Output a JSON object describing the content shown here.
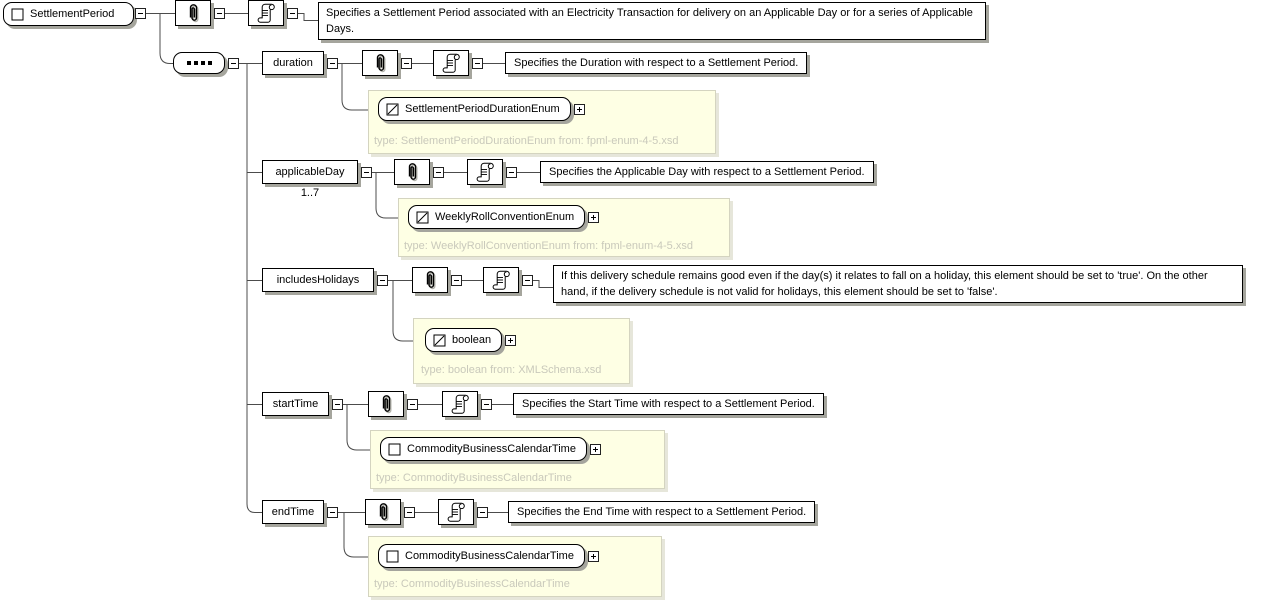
{
  "diagram": {
    "root": {
      "label": "SettlementPeriod",
      "doc": "Specifies a Settlement Period associated with an Electricity Transaction for delivery on an Applicable Day or for a series of Applicable Days."
    },
    "children": [
      {
        "name": "duration",
        "occurrence": "",
        "doc": "Specifies the Duration with respect to a Settlement Period.",
        "type_ref": "SettlementPeriodDurationEnum",
        "type_kind": "simple",
        "type_caption": "type: SettlementPeriodDurationEnum from: fpml-enum-4-5.xsd"
      },
      {
        "name": "applicableDay",
        "occurrence": "1..7",
        "doc": "Specifies the Applicable Day with respect to a Settlement Period.",
        "type_ref": "WeeklyRollConventionEnum",
        "type_kind": "simple",
        "type_caption": "type: WeeklyRollConventionEnum from: fpml-enum-4-5.xsd"
      },
      {
        "name": "includesHolidays",
        "occurrence": "",
        "doc": "If this delivery schedule remains good even if the day(s) it relates to fall on a holiday, this element should be set to 'true'. On the other hand, if the delivery schedule is not valid for holidays, this element should be set to 'false'.",
        "type_ref": "boolean",
        "type_kind": "simple",
        "type_caption": "type: boolean from: XMLSchema.xsd"
      },
      {
        "name": "startTime",
        "occurrence": "",
        "doc": "Specifies the Start Time with respect to a Settlement Period.",
        "type_ref": "CommodityBusinessCalendarTime",
        "type_kind": "complex",
        "type_caption": "type: CommodityBusinessCalendarTime"
      },
      {
        "name": "endTime",
        "occurrence": "",
        "doc": "Specifies the End Time with respect to a Settlement Period.",
        "type_ref": "CommodityBusinessCalendarTime",
        "type_kind": "complex",
        "type_caption": "type: CommodityBusinessCalendarTime"
      }
    ],
    "icons": {
      "attributes": "paperclip-icon",
      "annotation": "scroll-icon",
      "sequence": "sequence-dots-icon",
      "element": "square-icon",
      "simple_type": "square-slash-icon",
      "collapse": "minus-box-icon",
      "expand": "plus-box-icon"
    },
    "colors": {
      "type_panel_bg": "#FEFFE4",
      "type_caption_text": "#C9C9BB",
      "box_shadow": "#A5A59D",
      "connector": "#4C4C4C"
    }
  }
}
